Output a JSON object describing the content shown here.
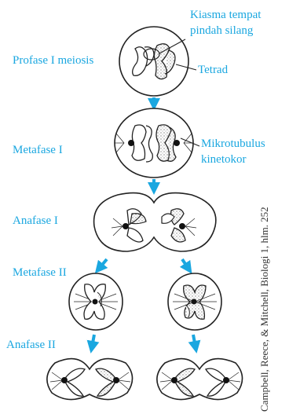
{
  "labels": {
    "kiasma_line1": "Kiasma tempat",
    "kiasma_line2": "pindah silang",
    "profase": "Profase I meiosis",
    "tetrad": "Tetrad",
    "metafase1": "Metafase I",
    "mikrotubulus_line1": "Mikrotubulus",
    "mikrotubulus_line2": "kinetokor",
    "anafase1": "Anafase I",
    "metafase2": "Metafase II",
    "anafase2": "Anafase II"
  },
  "credit": "Campbell, Reece, & Mitchell, Biologi 1, hlm. 252",
  "colors": {
    "label": "#1aa7e0",
    "arrow": "#1aa7e0",
    "outline": "#222222",
    "credit": "#333333"
  }
}
